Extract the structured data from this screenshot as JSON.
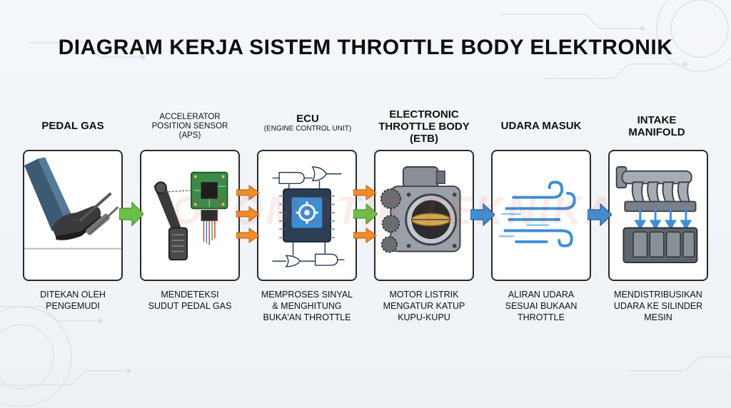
{
  "title": "DIAGRAM KERJA SISTEM THROTTLE BODY ELEKTRONIK",
  "watermark": "OTOMOTIF TEKNIKA",
  "steps": [
    {
      "head": "PEDAL GAS",
      "desc": [
        "DITEKAN OLEH",
        "PENGEMUDI"
      ]
    },
    {
      "head": [
        "ACCELERATOR",
        "POSITION SENSOR",
        "(APS)"
      ],
      "desc": [
        "MENDETEKSI",
        "SUDUT PEDAL GAS"
      ]
    },
    {
      "head": "ECU",
      "sub": "(ENGINE CONTROL UNIT)",
      "desc": [
        "MEMPROSES SINYAL",
        "& MENGHITUNG",
        "BUKA'AN THROTTLE"
      ]
    },
    {
      "head": [
        "ELECTRONIC",
        "THROTTLE BODY",
        "(ETB)"
      ],
      "desc": [
        "MOTOR LISTRIK",
        "MENGATUR KATUP",
        "KUPU-KUPU"
      ]
    },
    {
      "head": "UDARA MASUK",
      "desc": [
        "ALIRAN UDARA",
        "SESUAI BUKAAN",
        "THROTTLE"
      ]
    },
    {
      "head": [
        "INTAKE",
        "MANIFOLD"
      ],
      "desc": [
        "MENDISTRIBUSIKAN",
        "UDARA KE SILINDER",
        "MESIN"
      ]
    }
  ],
  "colors": {
    "green_arrow": "#6cc04a",
    "orange_arrow": "#f28c28",
    "blue_arrow": "#3d8fd6"
  }
}
